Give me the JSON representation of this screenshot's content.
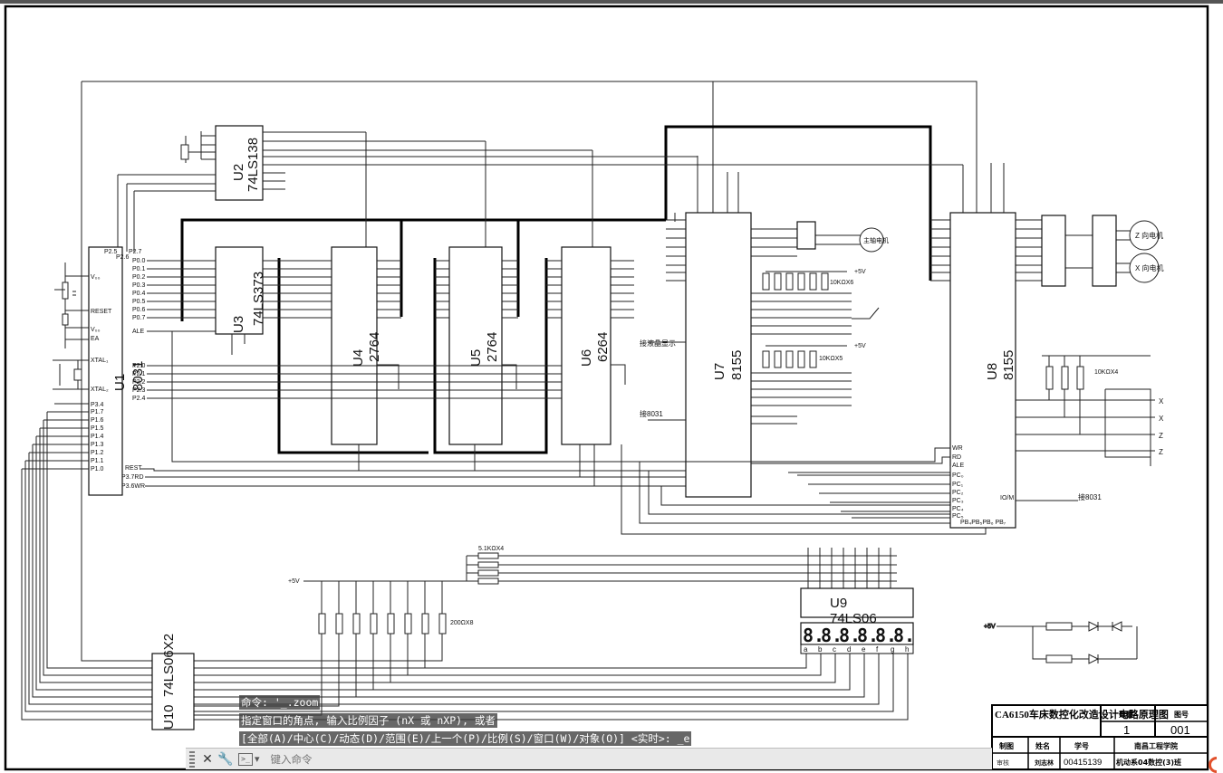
{
  "drawing": {
    "labels": {
      "u1": "U1",
      "u1_part": "8031",
      "u2": "U2",
      "u2_part": "74LS138",
      "u3": "U3",
      "u3_part": "74LS373",
      "u4": "U4",
      "u4_part": "2764",
      "u5": "U5",
      "u5_part": "2764",
      "u6": "U6",
      "u6_part": "6264",
      "u7": "U7",
      "u7_part": "8155",
      "u8": "U8",
      "u8_part": "8155",
      "u9": "U9",
      "u9_part": "74LS06",
      "u10": "U10",
      "u10_part": "74LS06X2",
      "res_5k": "5.1KΩX4",
      "res_200": "200ΩX8",
      "res_10k6": "10KΩX6",
      "res_10k5": "10KΩX5",
      "res_10k4": "10KΩX4",
      "plus5v": "+5V",
      "to_8031_a": "接8031",
      "to_8031_b": "接8031",
      "motor_z": "Z 向电机",
      "motor_x": "X 向电机",
      "motor_spindle": "主轴电机",
      "seg_letters": [
        "a",
        "b",
        "c",
        "d",
        "e",
        "f",
        "g",
        "h"
      ],
      "limit_x1": "X",
      "limit_x2": "X",
      "limit_z1": "Z",
      "limit_z2": "Z"
    },
    "u1_pins_left": [
      "V₀₀",
      "RESET",
      "V₀₀",
      "EA",
      "XTAL₁",
      "XTAL₂",
      "P3.4",
      "P1.7",
      "P1.6",
      "P1.5",
      "P1.4",
      "P1.3",
      "P1.2",
      "P1.1",
      "P1.0"
    ],
    "u1_pins_right": [
      "P2.5",
      "P2.6",
      "P2.7",
      "P0.0",
      "P0.1",
      "P0.2",
      "P0.3",
      "P0.4",
      "P0.5",
      "P0.6",
      "P0.7",
      "ALE",
      "P2.0",
      "P2.1",
      "P2.2",
      "P2.3",
      "P2.4",
      "REST",
      "P3.7RD",
      "P3.6WR"
    ],
    "u8_pins_left": [
      "WR",
      "RD",
      "ALE",
      "PC₀",
      "PC₁",
      "PC₂",
      "PC₃",
      "PC₄",
      "PC₅"
    ],
    "u8_pins_bottom": "PB₄PB₅PB₆ PB₇",
    "u8_pin_io": "IO/M"
  },
  "title_block": {
    "project_title": "CA6150车床数控化改造设计电路原理图",
    "qty_header": "数量",
    "qty_value": "1",
    "drawing_no_header": "图号",
    "drawing_no_value": "001",
    "drafter_label": "制图",
    "name_label": "姓名",
    "id_label": "学号",
    "school": "南昌工程学院",
    "reviewer_label": "审核",
    "drafter_name": "刘志林",
    "student_id": "00415139",
    "class_info": "机动系04数控(3)班"
  },
  "command_line": {
    "history": [
      "命令: '_.zoom",
      "指定窗口的角点, 输入比例因子 (nX 或 nXP), 或者",
      "[全部(A)/中心(C)/动态(D)/范围(E)/上一个(P)/比例(S)/窗口(W)/对象(O)] <实时>: _e"
    ],
    "placeholder": "键入命令",
    "close_icon": "close-icon",
    "customize_icon": "wrench-icon",
    "prompt_icon": "command-prompt-icon"
  },
  "colors": {
    "accent": "#e2512c",
    "ink": "#111111",
    "cmd_bg": "#3c3c3c"
  }
}
